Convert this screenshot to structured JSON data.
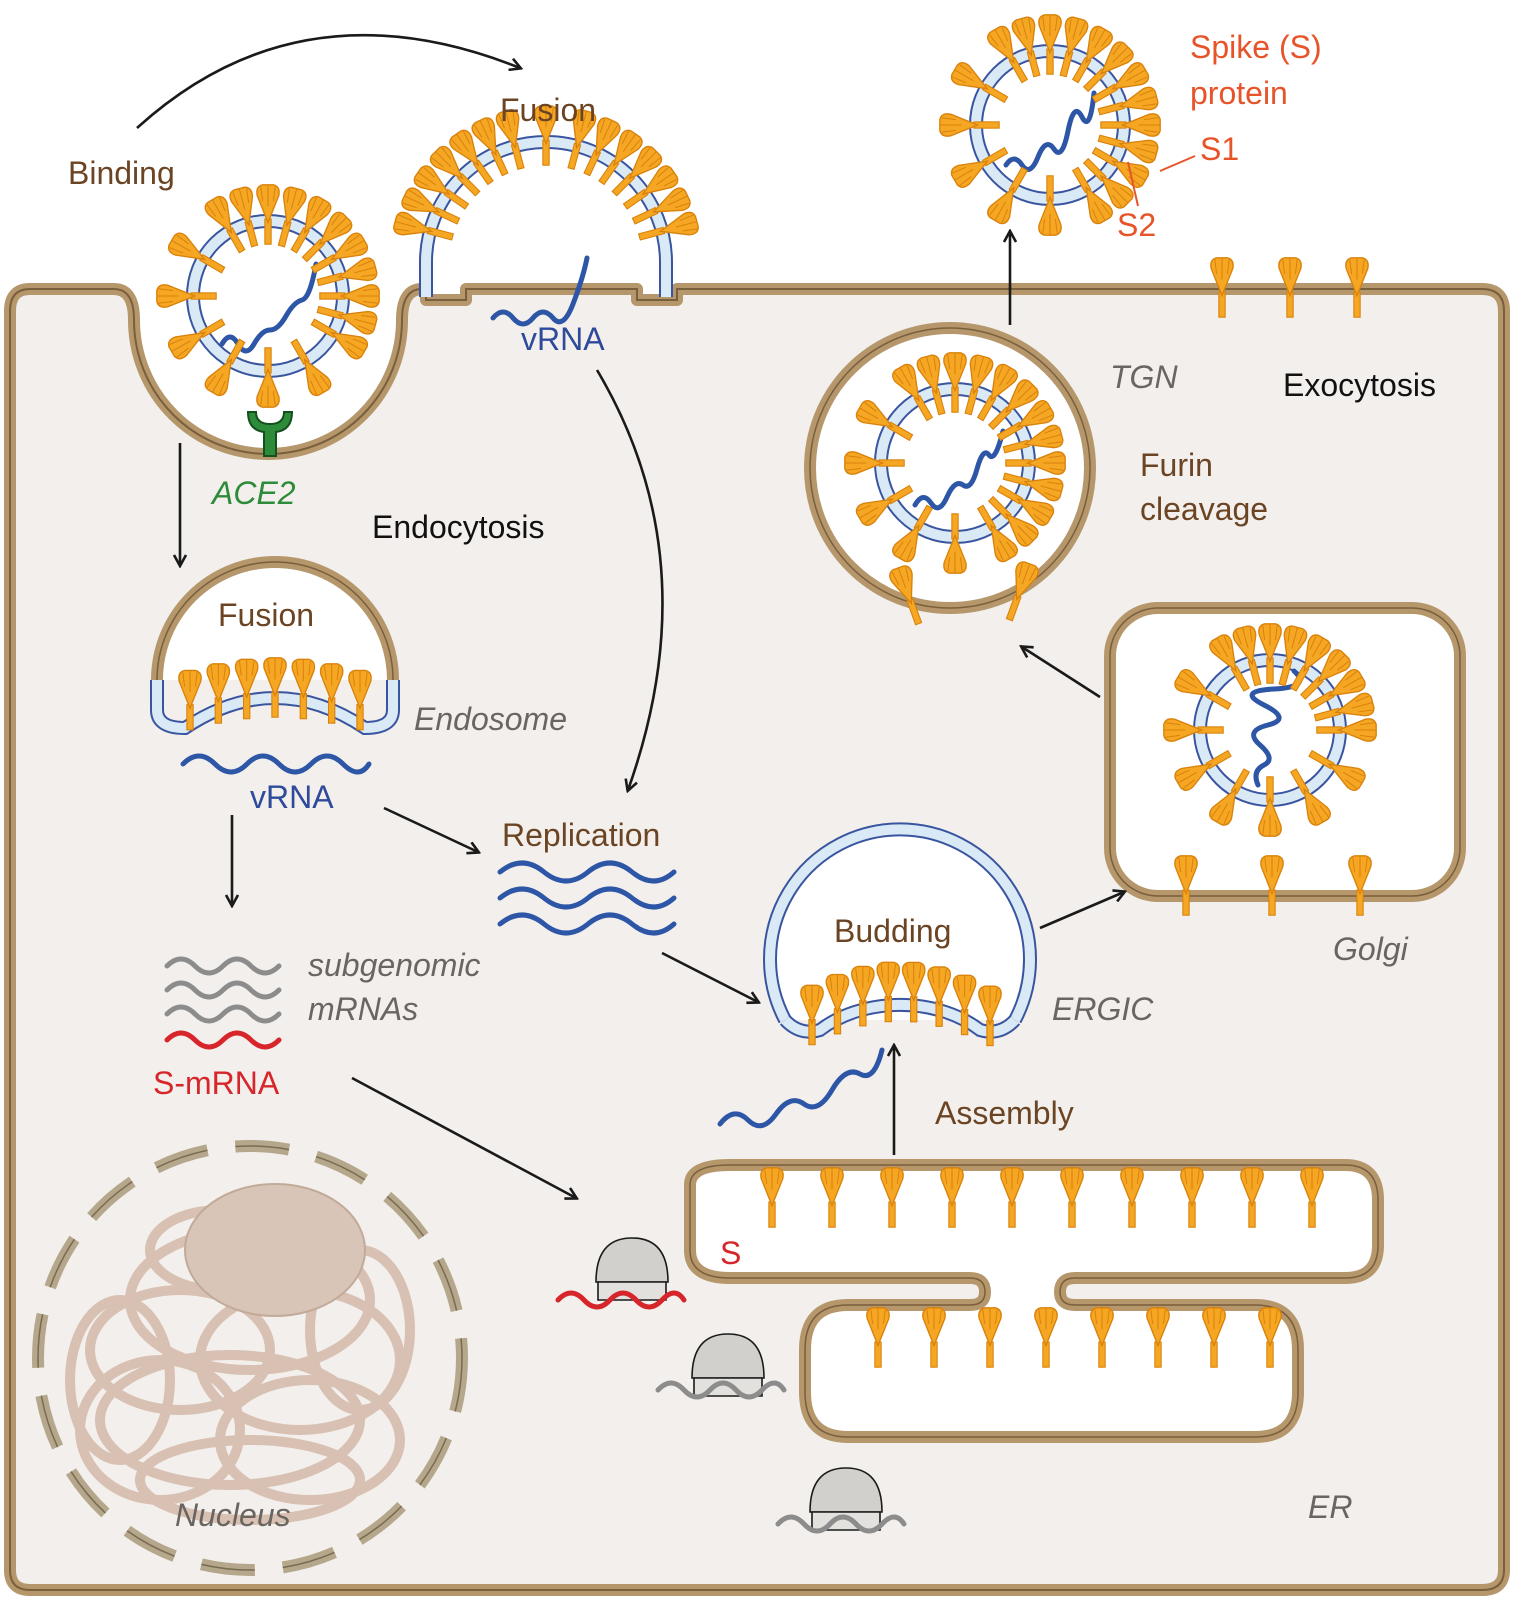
{
  "labels": {
    "binding": "Binding",
    "fusion_top": "Fusion",
    "vrna_top": "vRNA",
    "ace2": "ACE2",
    "endocytosis": "Endocytosis",
    "fusion_endosome": "Fusion",
    "endosome": "Endosome",
    "vrna_endosome": "vRNA",
    "replication": "Replication",
    "subgenomic_1": "subgenomic",
    "subgenomic_2": "mRNAs",
    "s_mrna": "S-mRNA",
    "budding": "Budding",
    "ergic": "ERGIC",
    "assembly": "Assembly",
    "golgi": "Golgi",
    "tgn": "TGN",
    "furin_1": "Furin",
    "furin_2": "cleavage",
    "exocytosis": "Exocytosis",
    "spike_1": "Spike (S)",
    "spike_2": "protein",
    "s1": "S1",
    "s2": "S2",
    "s_er": "S",
    "nucleus": "Nucleus",
    "er": "ER"
  },
  "colors": {
    "cell_fill": "#f2efec",
    "membrane": "#b5976b",
    "spike": "#f5a623",
    "spike_dark": "#d9820b",
    "viral_envelope": "#d9e9f5",
    "vrna": "#2e56a6",
    "ace2": "#2e8b3a",
    "s_mrna": "#d7262b",
    "subgenomic": "#8c8c8c",
    "label_brown": "#6b4423",
    "label_gray_italic": "#6a6560",
    "label_orange": "#e8542a",
    "label_green": "#2e8b3a",
    "label_blue": "#2e4a9a"
  },
  "icons": [
    "spike-icon",
    "ribosome-icon",
    "ace2-receptor-icon",
    "virion-icon"
  ]
}
